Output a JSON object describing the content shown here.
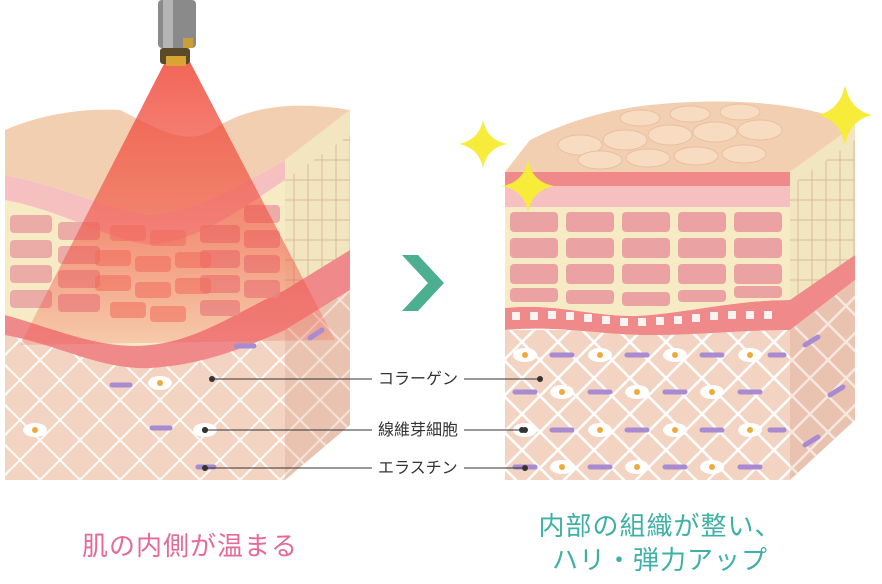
{
  "colors": {
    "caption_left": "#e46a97",
    "caption_right": "#3fb0a6",
    "arrow": "#4caf8f",
    "laser": "#f04a3a",
    "sparkle": "#f7ec3a",
    "epidermis": "#f3cfb2",
    "dermis": "#f3d3c2",
    "collagen": "#ffffff",
    "elastin": "#a88bd1",
    "fibroblast_nucleus": "#f0a93c",
    "cell_red": "#eaa2a2",
    "cell_cream": "#f7ebc6"
  },
  "labels": {
    "collagen": "コラーゲン",
    "fibroblast": "線維芽細胞",
    "elastin": "エラスチン"
  },
  "captions": {
    "left": "肌の内側が温まる",
    "right_line1": "内部の組織が整い、",
    "right_line2": "ハリ・弾力アップ"
  },
  "icons": {
    "arrow": "chevron-right-icon",
    "device": "laser-device-icon",
    "sparkle": "sparkle-icon"
  }
}
